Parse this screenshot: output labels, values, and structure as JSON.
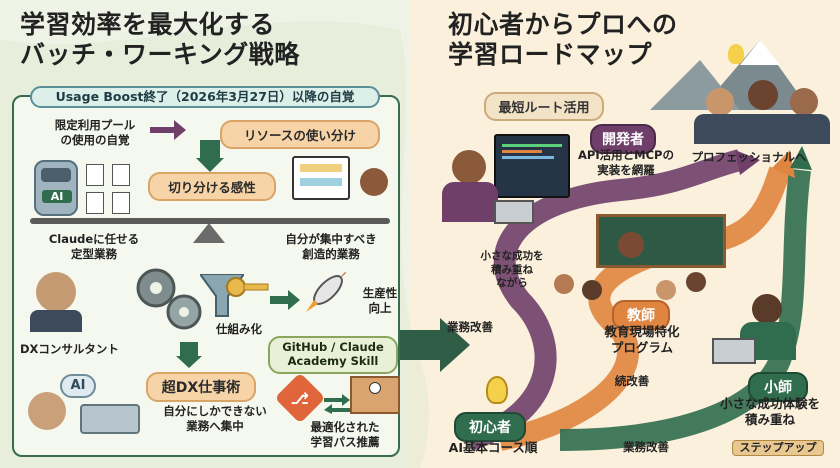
{
  "left": {
    "title_line1": "学習効率を最大化する",
    "title_line2": "バッチ・ワーキング戦略",
    "panel_header": "Usage Boost終了（2026年3月27日）以降の自覚",
    "limited_pool": "限定利用プール\nの使用の自覚",
    "resource_split": "リソースの使い分け",
    "separating_sense": "切り分ける感性",
    "claude_tasks": "Claudeに任せる\n定型業務",
    "creative_tasks": "自分が集中すべき\n創造的業務",
    "robot_badge": "AI",
    "dx_consultant": "DXコンサルタント",
    "mechanize": "仕組み化",
    "productivity": "生産性\n向上",
    "super_dx": "超DX仕事術",
    "ai_badge": "AI",
    "only_me": "自分にしかできない\n業務へ集中",
    "github_skill": "GitHub / Claude\nAcademy Skill",
    "optimized_path": "最適化された\n学習パス推薦"
  },
  "right": {
    "title_line1": "初心者からプロへの",
    "title_line2": "学習ロードマップ",
    "shortest_route": "最短ルート活用",
    "developer": "開発者",
    "developer_desc": "API活用とMCPの\n実装を網羅",
    "professional": "プロフェッショナルへ",
    "small_success": "小さな成功を\n積み重ね\nながら",
    "work_improve_1": "業務改善",
    "teacher": "教師",
    "teacher_desc": "教育現場特化\nプログラム",
    "continuous_improve": "続改善",
    "beginner": "初心者",
    "beginner_desc": "AI基本コース順",
    "work_improve_2": "業務改善",
    "mentor": "小師",
    "mentor_desc": "小さな成功体験を\n積み重ね",
    "step_up": "ステップアップ"
  },
  "colors": {
    "purple": "#6f3f6a",
    "orange": "#e0853f",
    "green": "#2f6d4e",
    "panel_border": "#3a6b4d"
  }
}
